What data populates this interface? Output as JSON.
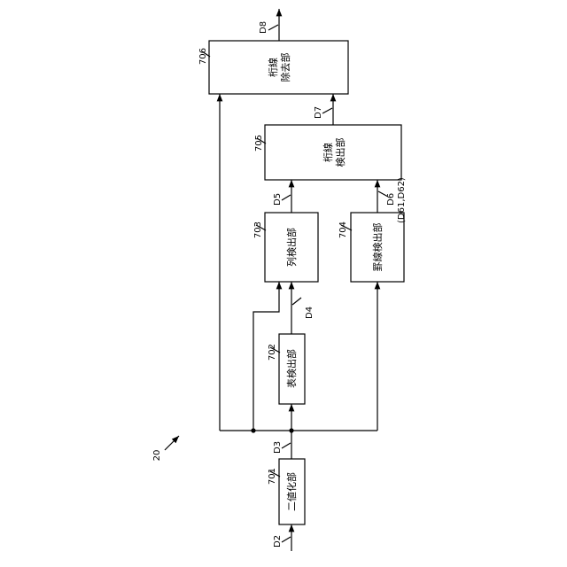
{
  "figure_ref": "20",
  "blocks": {
    "b701": {
      "id": "701",
      "label": "二値化部"
    },
    "b702": {
      "id": "702",
      "label": "表検出部"
    },
    "b703": {
      "id": "703",
      "label": "列検出部"
    },
    "b704": {
      "id": "704",
      "label": "罫線検出部"
    },
    "b705": {
      "id": "705",
      "label_line1": "桁線",
      "label_line2": "検出部"
    },
    "b706": {
      "id": "706",
      "label_line1": "桁線",
      "label_line2": "除去部"
    }
  },
  "signals": {
    "d2": "D2",
    "d3": "D3",
    "d4": "D4",
    "d5": "D5",
    "d6": "D6",
    "d6_sub": "(D61,D62)",
    "d7": "D7",
    "d8": "D8"
  }
}
